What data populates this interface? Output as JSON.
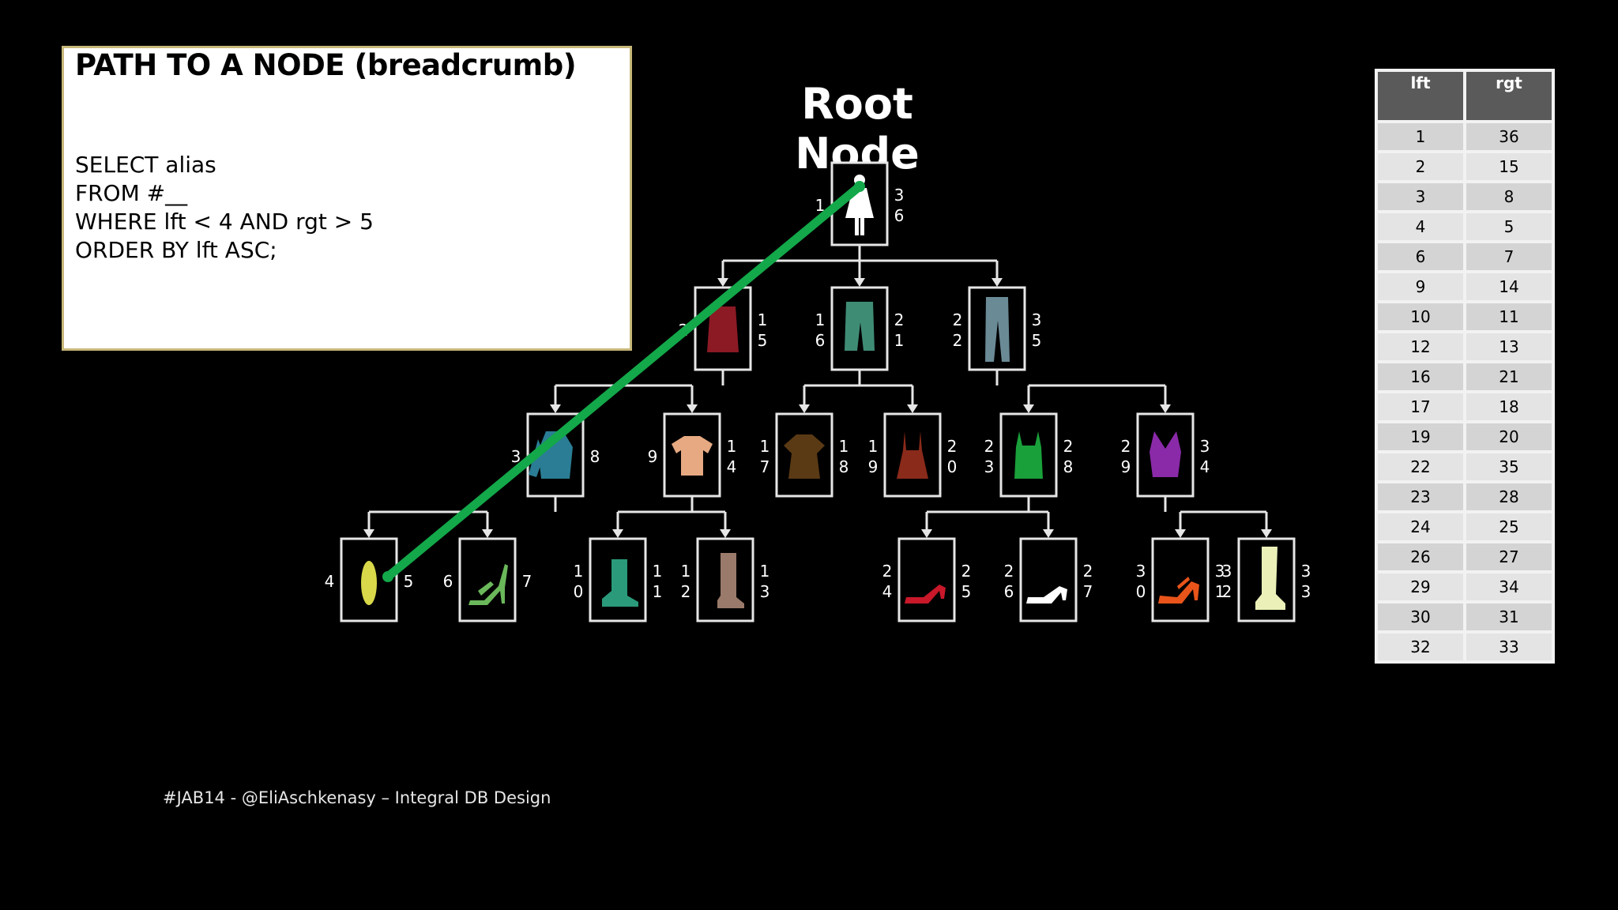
{
  "code_box": {
    "title": "PATH TO A NODE (breadcrumb)",
    "lines": [
      "SELECT alias",
      "FROM #__",
      "WHERE lft < 4 AND rgt > 5",
      "ORDER BY lft ASC;"
    ]
  },
  "diagram": {
    "title": "Root Node",
    "nodes": [
      {
        "id": "n1",
        "lft": "1",
        "rgt": "3\n6",
        "garment": "dress-icon",
        "color": "#ffffff",
        "parent": null
      },
      {
        "id": "n2",
        "lft": "2",
        "rgt": "1\n5",
        "garment": "skirt-icon",
        "color": "#8b1a24",
        "parent": "n1"
      },
      {
        "id": "n16",
        "lft": "1\n6",
        "rgt": "2\n1",
        "garment": "shorts-icon",
        "color": "#3f8c74",
        "parent": "n1"
      },
      {
        "id": "n22",
        "lft": "2\n2",
        "rgt": "3\n5",
        "garment": "jeans-icon",
        "color": "#6a8a96",
        "parent": "n1"
      },
      {
        "id": "n3",
        "lft": "3",
        "rgt": "8",
        "garment": "blouse-icon",
        "color": "#2a7d94",
        "parent": "n2"
      },
      {
        "id": "n9",
        "lft": "9",
        "rgt": "1\n4",
        "garment": "tshirt-icon",
        "color": "#e6a982",
        "parent": "n2"
      },
      {
        "id": "n17",
        "lft": "1\n7",
        "rgt": "1\n8",
        "garment": "top-icon",
        "color": "#5a3a14",
        "parent": "n16"
      },
      {
        "id": "n19",
        "lft": "1\n9",
        "rgt": "2\n0",
        "garment": "camisole-icon",
        "color": "#8a2a1a",
        "parent": "n16"
      },
      {
        "id": "n23",
        "lft": "2\n3",
        "rgt": "2\n8",
        "garment": "tank-top-icon",
        "color": "#1aa03a",
        "parent": "n22"
      },
      {
        "id": "n29",
        "lft": "2\n9",
        "rgt": "3\n4",
        "garment": "halter-top-icon",
        "color": "#8a2aa8",
        "parent": "n22"
      },
      {
        "id": "n4",
        "lft": "4",
        "rgt": "5",
        "garment": "flip-flop-icon",
        "color": "#d8d84a",
        "parent": "n3"
      },
      {
        "id": "n6",
        "lft": "6",
        "rgt": "7",
        "garment": "sandal-icon",
        "color": "#6ab85a",
        "parent": "n3"
      },
      {
        "id": "n10",
        "lft": "1\n0",
        "rgt": "1\n1",
        "garment": "ankle-boot-icon",
        "color": "#2a9a7a",
        "parent": "n9"
      },
      {
        "id": "n12",
        "lft": "1\n2",
        "rgt": "1\n3",
        "garment": "boot-icon",
        "color": "#9a7a6a",
        "parent": "n9"
      },
      {
        "id": "n24",
        "lft": "2\n4",
        "rgt": "2\n5",
        "garment": "pump-icon",
        "color": "#c8182a",
        "parent": "n23"
      },
      {
        "id": "n26",
        "lft": "2\n6",
        "rgt": "2\n7",
        "garment": "heel-icon",
        "color": "#ffffff",
        "parent": "n23"
      },
      {
        "id": "n30",
        "lft": "3\n0",
        "rgt": "3\n1",
        "garment": "strappy-heel-icon",
        "color": "#e8541a",
        "parent": "n29"
      },
      {
        "id": "n32",
        "lft": "3\n2",
        "rgt": "3\n3",
        "garment": "tall-boot-icon",
        "color": "#eaf0b8",
        "parent": "n29"
      }
    ],
    "highlight_path": {
      "from": "n1",
      "to": "n4",
      "color": "#13a84a"
    }
  },
  "table": {
    "headers": [
      "lft",
      "rgt"
    ],
    "rows": [
      [
        "1",
        "36"
      ],
      [
        "2",
        "15"
      ],
      [
        "3",
        "8"
      ],
      [
        "4",
        "5"
      ],
      [
        "6",
        "7"
      ],
      [
        "9",
        "14"
      ],
      [
        "10",
        "11"
      ],
      [
        "12",
        "13"
      ],
      [
        "16",
        "21"
      ],
      [
        "17",
        "18"
      ],
      [
        "19",
        "20"
      ],
      [
        "22",
        "35"
      ],
      [
        "23",
        "28"
      ],
      [
        "24",
        "25"
      ],
      [
        "26",
        "27"
      ],
      [
        "29",
        "34"
      ],
      [
        "30",
        "31"
      ],
      [
        "32",
        "33"
      ]
    ]
  },
  "footer": "#JAB14 - @EliAschkenasy – Integral DB Design"
}
